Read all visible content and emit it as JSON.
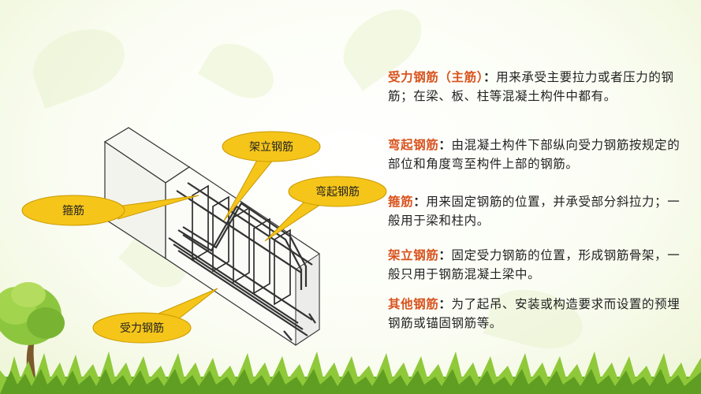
{
  "callouts": {
    "hoop": "箍筋",
    "erection": "架立钢筋",
    "bent": "弯起钢筋",
    "main": "受力钢筋"
  },
  "definitions": [
    {
      "term": "受力钢筋（主筋）",
      "sep": "：",
      "text": "用来承受主要拉力或者压力的钢筋；在梁、板、柱等混凝土构件中都有。"
    },
    {
      "term": "弯起钢筋",
      "sep": "：",
      "text": "由混凝土构件下部纵向受力钢筋按规定的部位和角度弯至构件上部的钢筋。"
    },
    {
      "term": "箍筋",
      "sep": "：",
      "text": "用来固定钢筋的位置，并承受部分斜拉力；一般用于梁和柱内。"
    },
    {
      "term": "架立钢筋",
      "sep": "：",
      "text": "固定受力钢筋的位置，形成钢筋骨架，一般只用于钢筋混凝土梁中。"
    },
    {
      "term": "其他钢筋",
      "sep": "：",
      "text": "为了起吊、安装或构造要求而设置的预埋钢筋或锚固钢筋等。"
    }
  ],
  "colors": {
    "term": "#d9531e",
    "callout_fill": "#f5c51a",
    "callout_stroke": "#c99a00"
  }
}
